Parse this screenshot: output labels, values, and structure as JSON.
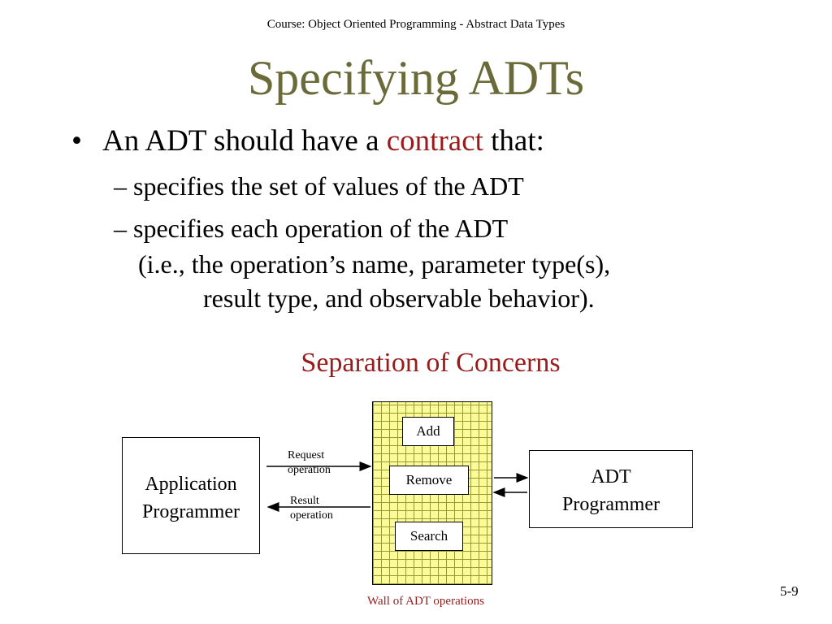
{
  "header": {
    "course": "Course: Object Oriented Programming - Abstract Data Types"
  },
  "slide": {
    "title": "Specifying ADTs",
    "bullet": {
      "marker": "•",
      "text_before": "An ADT should have a ",
      "highlight": "contract",
      "text_after": " that:"
    },
    "subbullets": [
      "– specifies the set of values of the ADT",
      "– specifies each operation of the ADT",
      "(i.e., the operation’s name, parameter type(s),",
      "result type, and observable behavior)."
    ]
  },
  "diagram": {
    "title": "Separation of Concerns",
    "application_programmer": [
      "Application",
      "Programmer"
    ],
    "adt_programmer": [
      "ADT",
      "Programmer"
    ],
    "operations": [
      "Add",
      "Remove",
      "Search"
    ],
    "request_label": [
      "Request",
      "operation"
    ],
    "result_label": [
      "Result",
      "operation"
    ],
    "wall_caption": "Wall of ADT operations",
    "colors": {
      "accent_red": "#9a1b1b",
      "title_olive": "#6b6b3a",
      "wall_fill": "#fbfb9a"
    }
  },
  "footer": {
    "page": "5-9"
  }
}
